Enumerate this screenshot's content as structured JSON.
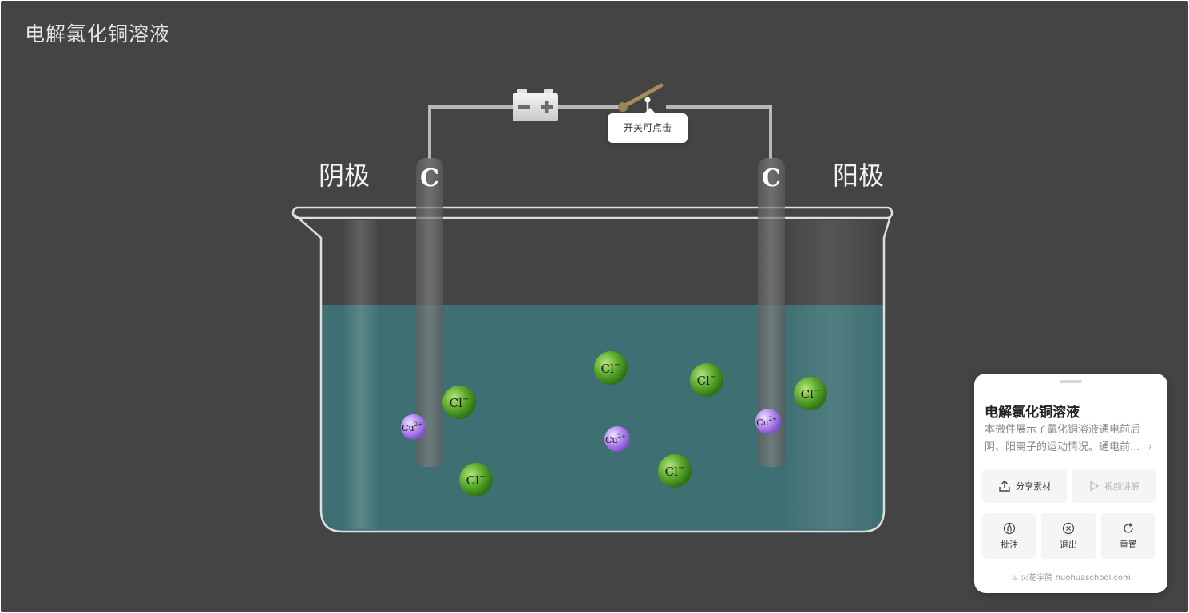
{
  "page": {
    "title": "电解氯化铜溶液"
  },
  "apparatus": {
    "cathode_label": "阴极",
    "anode_label": "阳极",
    "cathode_electrode_symbol": "C",
    "anode_electrode_symbol": "C",
    "battery_symbol": "−+",
    "switch_tooltip": "开关可点击"
  },
  "ions": {
    "copper_label": "Cu",
    "copper_charge": "2+",
    "chloride_label": "Cl",
    "chloride_charge": "−",
    "copper_color": "#a77ee6",
    "chloride_color": "#5cab2c"
  },
  "solution_color": "#3e6f72",
  "panel": {
    "title": "电解氯化铜溶液",
    "description": "本微件展示了氯化铜溶液通电前后阴、阳离子的运动情况。通电前...",
    "more_icon": "chevron-right-icon",
    "share_label": "分享素材",
    "video_label": "视频讲解",
    "annotate_label": "批注",
    "exit_label": "退出",
    "reset_label": "重置",
    "footer_brand": "火花学院 huohuaschool.com"
  }
}
